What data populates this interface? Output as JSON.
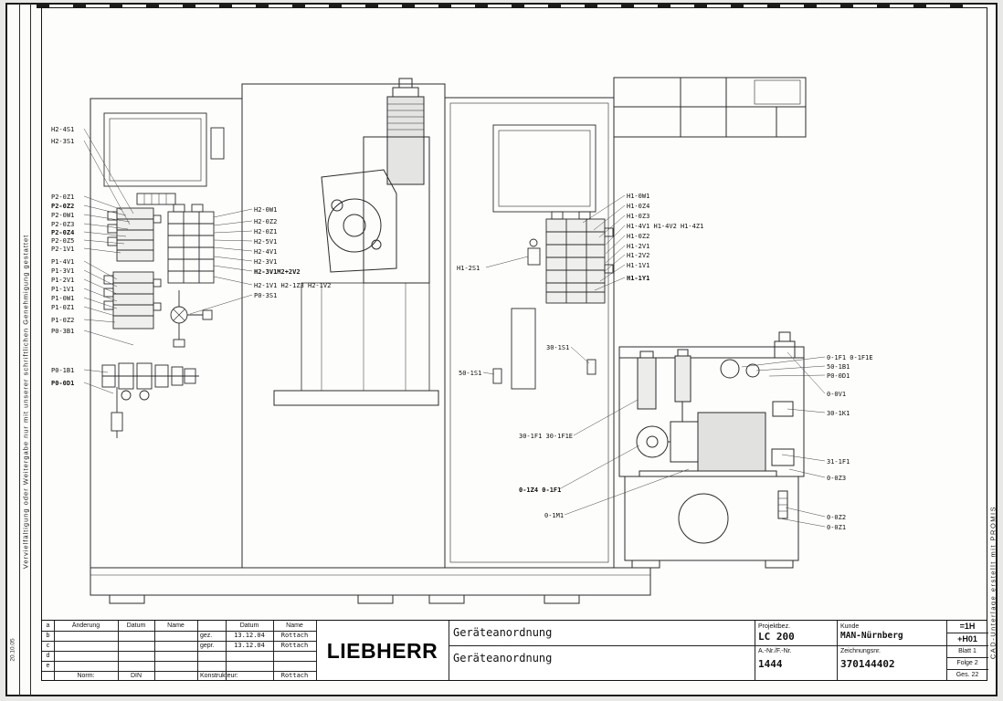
{
  "theme": {
    "ink": "#1c1c1c",
    "paper": "#fcfcfa"
  },
  "page": {
    "corner_date": "20.10.05",
    "left_notice": "Vervielfältigung oder Weitergabe nur mit unserer schriftlichen Genehmigung gestattet",
    "right_notice": "CAD-Unterlage erstellt mit PROMIS"
  },
  "drawing": {
    "labels": {
      "left": [
        "H2-4S1",
        "H2-3S1",
        "P2-0Z1",
        "P2-0Z2",
        "P2-0W1",
        "P2-0Z3",
        "P2-0Z4",
        "P2-0Z5",
        "P2-1V1",
        "P1-4V1",
        "P1-3V1",
        "P1-2V1",
        "P1-1V1",
        "P1-0W1",
        "P1-0Z1",
        "P1-0Z2",
        "P0-3B1",
        "P0-1B1",
        "P0-0D1"
      ],
      "center": [
        "H2-0W1",
        "H2-0Z2",
        "H2-0Z1",
        "H2-5V1",
        "H2-4V1",
        "H2-3V1",
        "H2-3V1M2+2V2",
        "H2-1V1 H2-1Z3 H2-1V2",
        "P0-3S1"
      ],
      "right": [
        "H1-0W1",
        "H1-0Z4",
        "H1-0Z3",
        "H1-4V1 H1-4V2 H1-4Z1",
        "H1-0Z2",
        "H1-2V1",
        "H1-2V2",
        "H1-1V1",
        "H1-1Y1"
      ],
      "mid": [
        "H1-2S1",
        "30-1S1",
        "50-1S1",
        "30-1F1 30-1F1E",
        "0-1Z4 0-1F1",
        "0-1M1"
      ],
      "tank": [
        "0-1F1 0-1F1E",
        "50-1B1",
        "P0-0D1",
        "0-0V1",
        "30-1K1",
        "31-1F1",
        "0-0Z3",
        "0-0Z2",
        "0-0Z1"
      ]
    }
  },
  "title_block": {
    "revision": {
      "row_letters": [
        "a",
        "b",
        "c",
        "d",
        "e"
      ],
      "headers": [
        "Änderung",
        "Datum",
        "Name"
      ],
      "norm_label": "Norm:",
      "norm_value": "DIN"
    },
    "signatures": {
      "headers": [
        "Datum",
        "Name"
      ],
      "gez_label": "gez.",
      "gez_datum": "13.12.04",
      "gez_name": "Rottach",
      "gepr_label": "gepr.",
      "gepr_datum": "13.12.04",
      "gepr_name": "Rottach",
      "konstrukteur_label": "Konstrukteur:",
      "konstrukteur_name": "Rottach"
    },
    "logo": "LIEBHERR",
    "title_line1": "Geräteanordnung",
    "title_line2": "Geräteanordnung",
    "project": {
      "projekt_label": "Projektbez.",
      "projekt_value": "LC 200",
      "kunde_label": "Kunde",
      "kunde_value": "MAN-Nürnberg",
      "anr_label": "A.-Nr./F.-Nr.",
      "anr_value": "1444",
      "zeichnung_label": "Zeichnungsnr.",
      "zeichnung_value": "370144402"
    },
    "refs": {
      "plant": "=1H",
      "location": "+H01",
      "blatt": "Blatt 1",
      "folge": "Folge 2",
      "ges": "Ges. 22"
    }
  }
}
